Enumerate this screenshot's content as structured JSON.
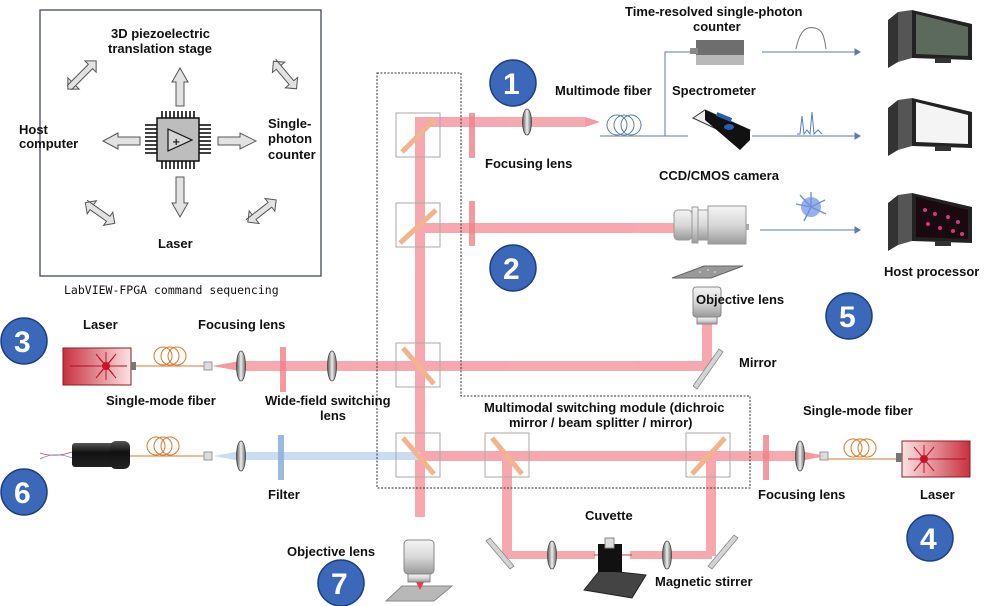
{
  "colors": {
    "beam_red": "#f59aa0",
    "beam_blue": "#c9dcf2",
    "badge_blue": "#3b68b8",
    "dichroic": "#f2b48e",
    "fiber_orange": "#d9782a",
    "fiber_blue": "#5e7bab"
  },
  "control_box": {
    "caption": "LabVIEW-FPGA command sequencing",
    "top_label_line1": "3D piezoelectric",
    "top_label_line2": "translation stage",
    "left_label_line1": "Host",
    "left_label_line2": "computer",
    "right_label_line1": "Single-",
    "right_label_line2": "photon",
    "right_label_line3": "counter",
    "bottom_label": "Laser",
    "chip_icon": "fpga-amplifier-chip"
  },
  "badges": [
    "1",
    "2",
    "3",
    "4",
    "5",
    "6",
    "7"
  ],
  "labels": {
    "tcspc_line1": "Time-resolved single-photon",
    "tcspc_line2": "counter",
    "multimode_fiber": "Multimode fiber",
    "spectrometer": "Spectrometer",
    "focusing_lens_1": "Focusing lens",
    "camera": "CCD/CMOS camera",
    "host_processor": "Host processor",
    "objective_lens_5": "Objective lens",
    "mirror": "Mirror",
    "laser_3": "Laser",
    "focusing_lens_3": "Focusing lens",
    "single_mode_fiber_3": "Single-mode fiber",
    "wide_field_line1": "Wide-field switching",
    "wide_field_line2": "lens",
    "module_line1": "Multimodal switching module (dichroic",
    "module_line2": "mirror / beam splitter / mirror)",
    "single_mode_fiber_4": "Single-mode fiber",
    "focusing_lens_4": "Focusing lens",
    "laser_4": "Laser",
    "filter": "Filter",
    "cuvette": "Cuvette",
    "magnetic_stirrer": "Magnetic stirrer",
    "objective_lens_7": "Objective lens"
  },
  "signals": [
    "decay-curve",
    "spectrum-peaks",
    "cell-image"
  ]
}
